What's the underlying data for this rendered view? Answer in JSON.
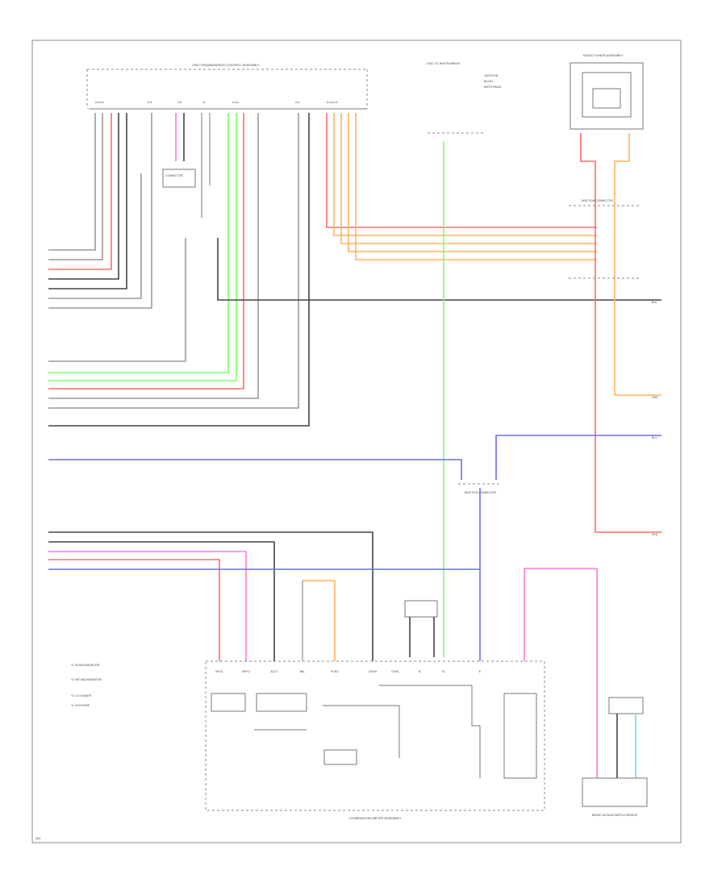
{
  "page_label": "W/A",
  "components": {
    "amplifier_top": {
      "label": "UNIT TRANSMISSION CONTROL ASSEMBLY"
    },
    "ecu_top_right": {
      "label": "RADIO TUNER ASSEMBLY"
    },
    "center_connector": {
      "label": "LHD TO INSTRUMENT"
    },
    "combination_meter": {
      "label": "COMBINATION METER ASSEMBLY"
    },
    "stop_switch": {
      "label": "BRAKE VACUUM SWITCH SENSOR"
    },
    "junction_center": {
      "label": "JUNCTION CONNECTOR"
    },
    "junction_right": {
      "label": "JUNCTION CONNECTOR"
    }
  },
  "meter_terminals": [
    "MPX1",
    "MPX2",
    "ACCT",
    "BEL",
    "PCNG",
    "OGNH",
    "OGNL",
    "B",
    "IG",
    "E"
  ],
  "legend": [
    "*1: W/ BACKMONITOR",
    "*2: W/O BACKMONITOR",
    "*3: 4 CYLINDER",
    "*4: V6 ENGINE"
  ],
  "wire_colors": {
    "red": "#ff6b6b",
    "pink": "#ff7ad9",
    "green": "#7dff6b",
    "blue": "#6b6bff",
    "orange": "#ffb35e",
    "black": "#444444",
    "gray": "#9a9a9a",
    "cyan": "#5ee8e8"
  }
}
